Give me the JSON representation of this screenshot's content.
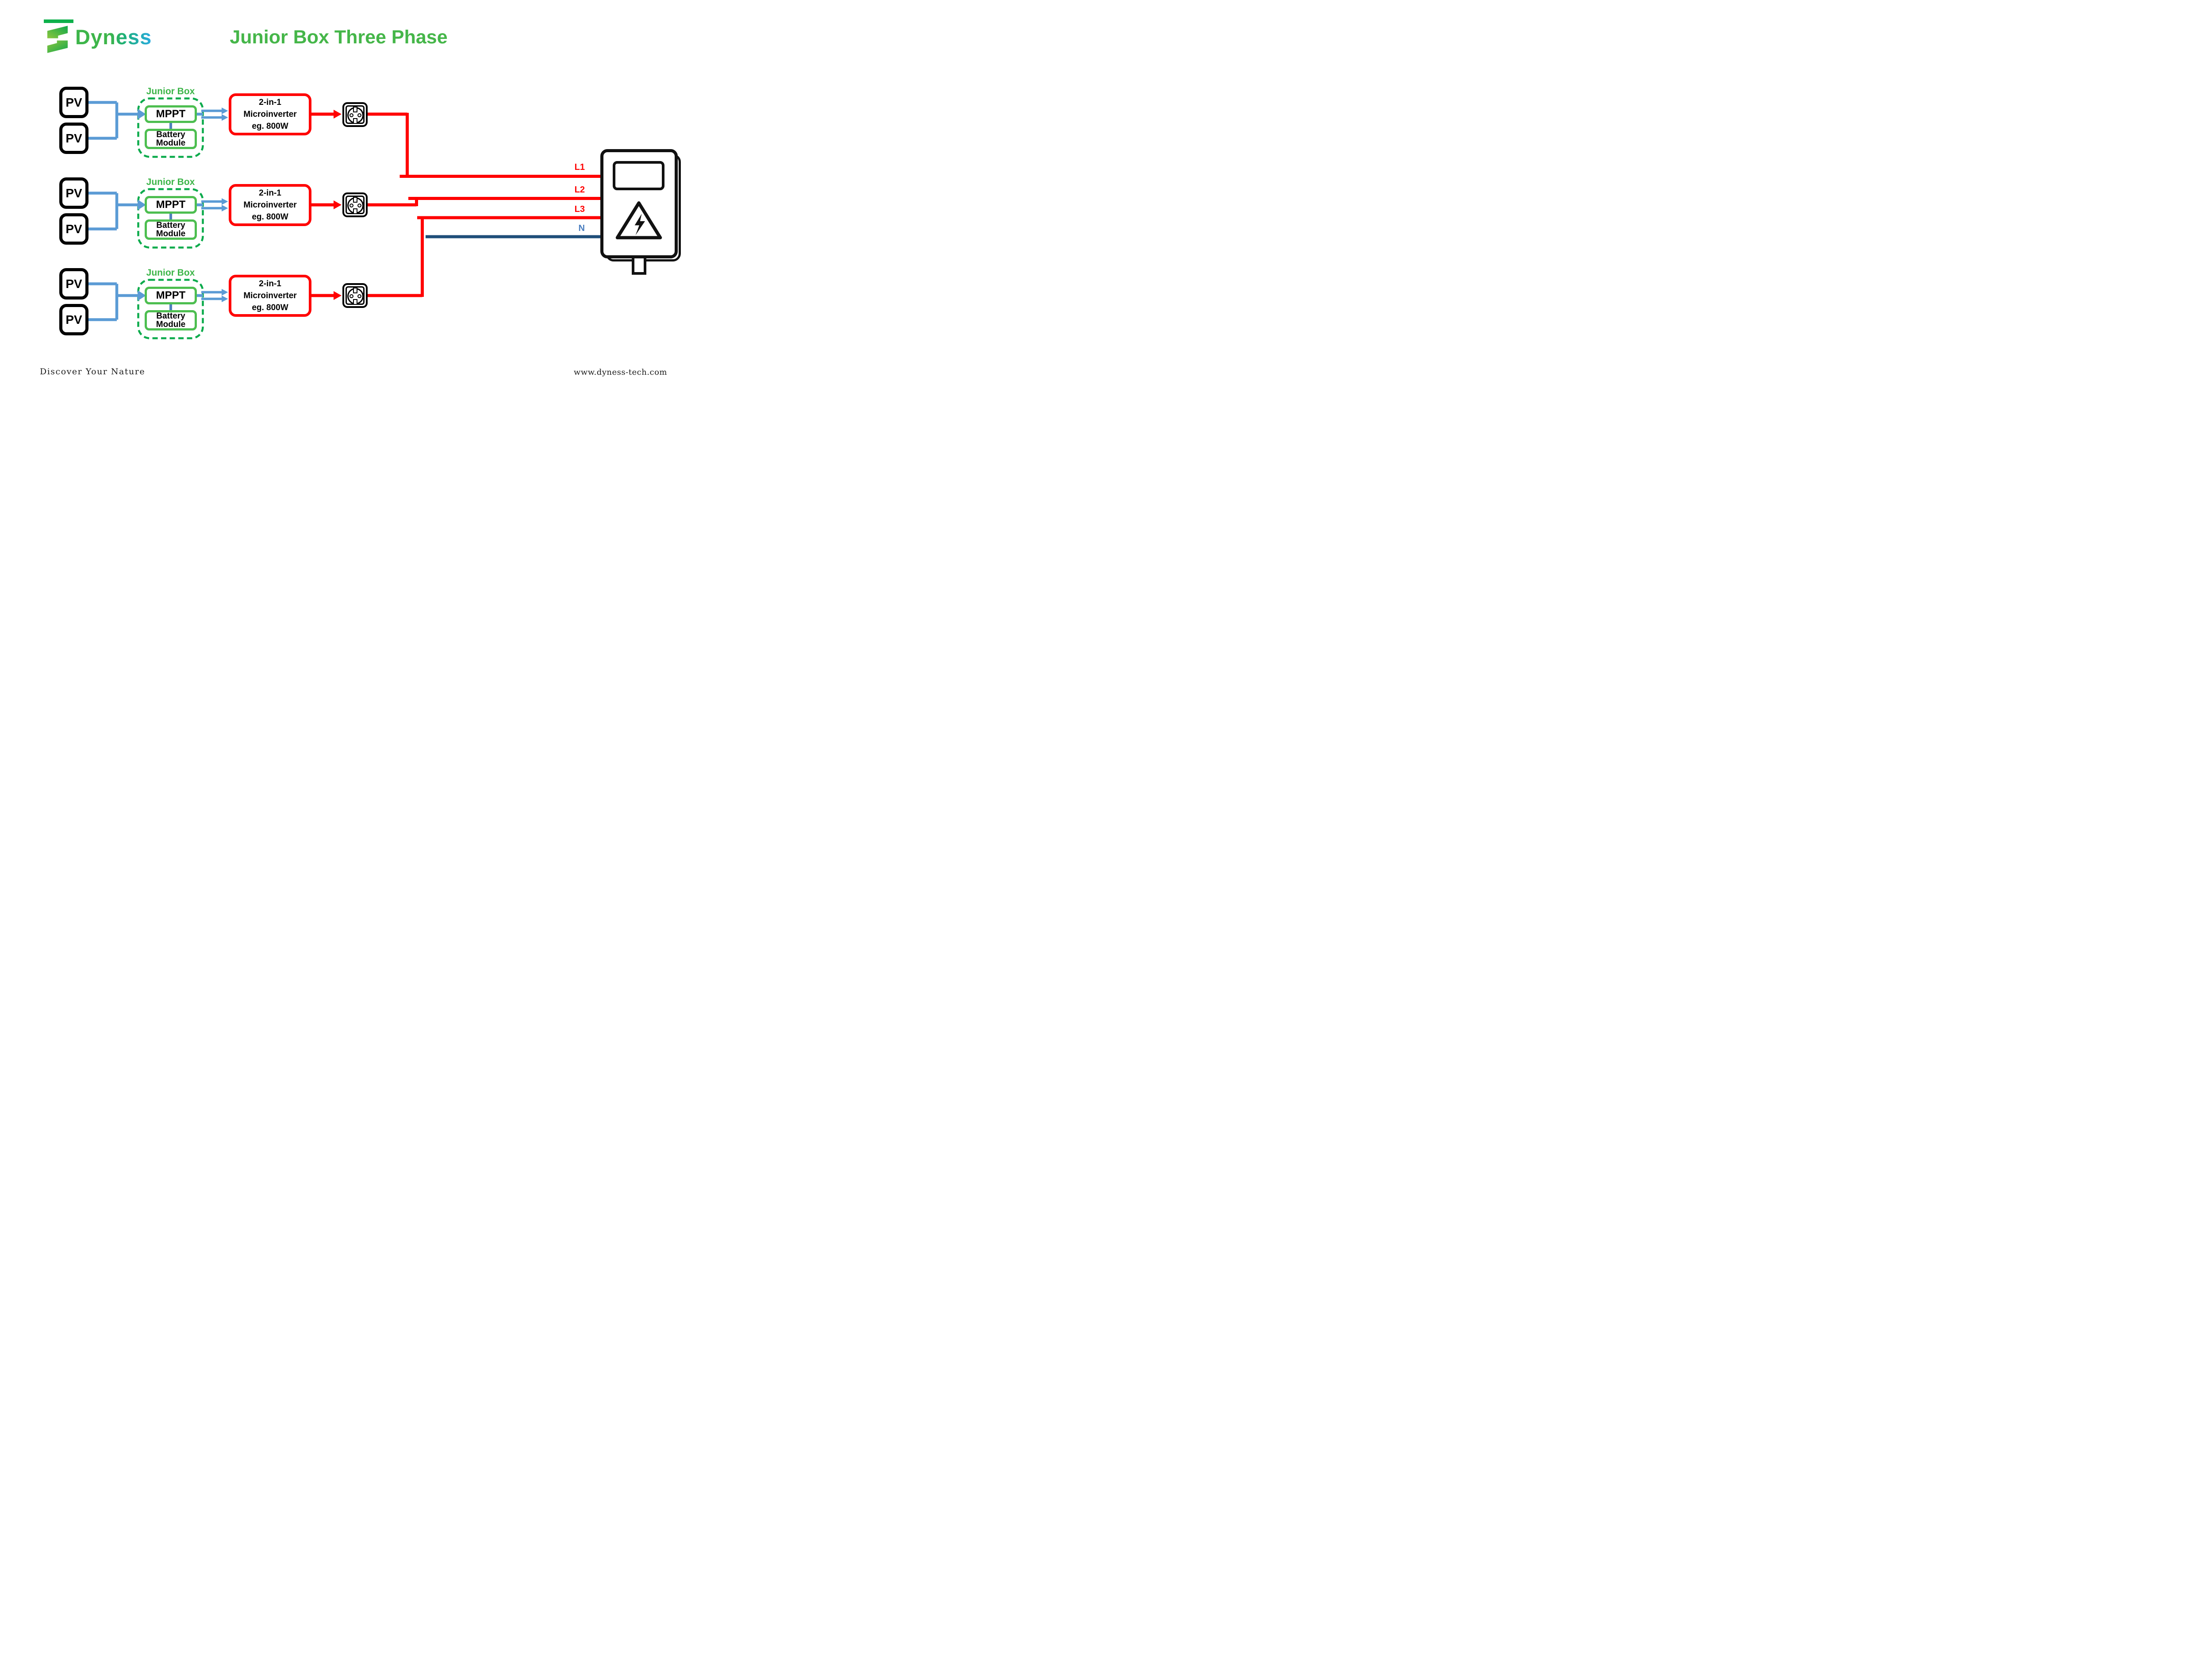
{
  "header": {
    "logo_text": "Dyness",
    "title": "Junior Box Three Phase"
  },
  "rows": [
    {
      "junior_label": "Junior Box",
      "pv1": "PV",
      "pv2": "PV",
      "mppt": "MPPT",
      "battery_line1": "Battery",
      "battery_line2": "Module",
      "inv_line1": "2-in-1",
      "inv_line2": "Microinverter",
      "inv_line3": "eg. 800W"
    },
    {
      "junior_label": "Junior Box",
      "pv1": "PV",
      "pv2": "PV",
      "mppt": "MPPT",
      "battery_line1": "Battery",
      "battery_line2": "Module",
      "inv_line1": "2-in-1",
      "inv_line2": "Microinverter",
      "inv_line3": "eg. 800W"
    },
    {
      "junior_label": "Junior Box",
      "pv1": "PV",
      "pv2": "PV",
      "mppt": "MPPT",
      "battery_line1": "Battery",
      "battery_line2": "Module",
      "inv_line1": "2-in-1",
      "inv_line2": "Microinverter",
      "inv_line3": "eg. 800W"
    }
  ],
  "bus": {
    "l1": "L1",
    "l2": "L2",
    "l3": "L3",
    "n": "N"
  },
  "footer": {
    "slogan": "Discover Your Nature",
    "website": "www.dyness-tech.com"
  },
  "icons": {
    "logo_glyph": "dyness-s-icon",
    "socket": "power-socket-icon",
    "panel": "distribution-box-icon",
    "warning": "high-voltage-warning-icon"
  },
  "colors": {
    "brand_green": "#3db54a",
    "brand_blue": "#29abe2",
    "title_green": "#45b649",
    "junior_label_green": "#3eb54a",
    "dashed_green": "#0cab4c",
    "module_green": "#4dbe50",
    "wire_blue": "#5b9bd5",
    "connector_blue": "#4f81bd",
    "wire_red": "#ff0000",
    "neutral_blue": "#1f4e79",
    "neutral_label_blue": "#4a7ebf",
    "line_black": "#111111"
  }
}
